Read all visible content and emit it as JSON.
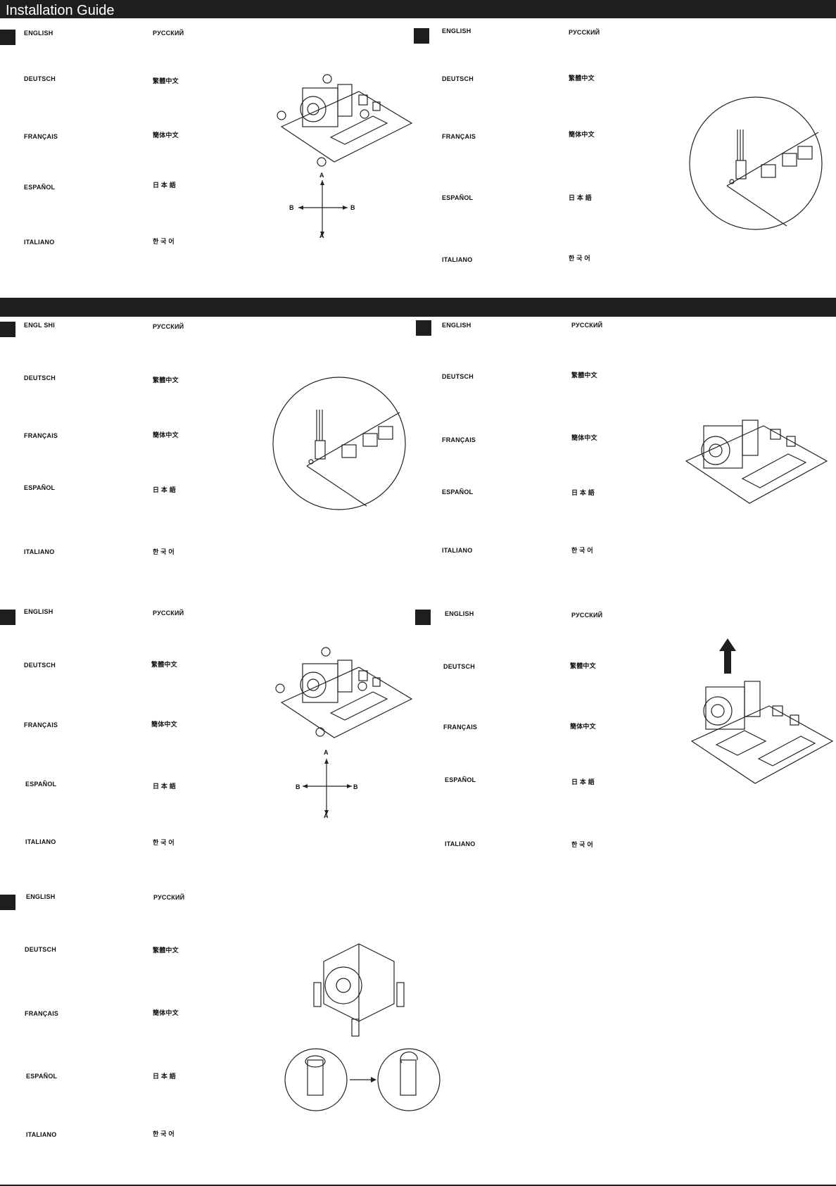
{
  "header": {
    "title": "Installation Guide"
  },
  "lang": {
    "en": "ENGLISH",
    "en_alt": "ENGL SHI",
    "de": "DEUTSCH",
    "fr": "FRANÇAIS",
    "es": "ESPAÑOL",
    "it": "ITALIANO",
    "ru": "РУССКИЙ",
    "zh_tw": "繁體中文",
    "zh_cn": "簡体中文",
    "ja": "日 本 語",
    "ko": "한 국 어"
  },
  "diagram": {
    "a": "A",
    "b": "B"
  },
  "icons": [
    "step-marker-icon",
    "cpu-cooler-motherboard-icon",
    "fan-connector-closeup-icon",
    "direction-arrows-icon",
    "remove-arrow-icon",
    "push-pin-rotate-icon"
  ]
}
